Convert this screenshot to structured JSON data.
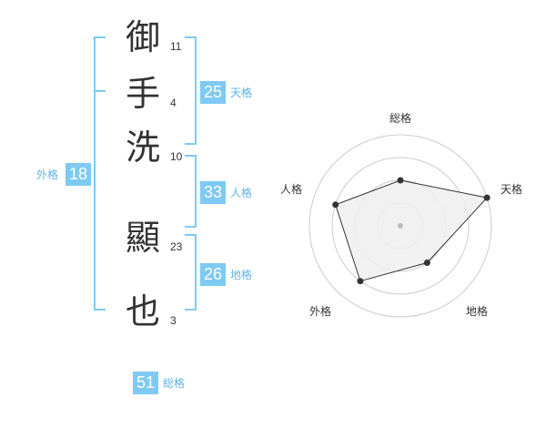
{
  "name": {
    "chars": [
      {
        "char": "御",
        "strokes": "11"
      },
      {
        "char": "手",
        "strokes": "4"
      },
      {
        "char": "洗",
        "strokes": "10"
      },
      {
        "char": "顯",
        "strokes": "23"
      },
      {
        "char": "也",
        "strokes": "3"
      }
    ]
  },
  "kaku": {
    "tenkaku": {
      "value": "25",
      "label": "天格"
    },
    "jinkaku": {
      "value": "33",
      "label": "人格"
    },
    "chikaku": {
      "value": "26",
      "label": "地格"
    },
    "gaikaku": {
      "value": "18",
      "label": "外格"
    },
    "soukaku": {
      "value": "51",
      "label": "総格"
    }
  },
  "chart_data": {
    "type": "radar",
    "axes": [
      "総格",
      "天格",
      "地格",
      "外格",
      "人格"
    ],
    "levels": 4,
    "max": 4,
    "values": [
      2,
      4,
      2,
      3,
      3
    ],
    "colors": {
      "fill": "#eeeeee",
      "line": "#333333",
      "ring": "#cccccc",
      "point": "#333333"
    }
  },
  "colors": {
    "badge": "#7fcaf2",
    "bracket": "#7fcaf2",
    "label": "#5fb3e6"
  }
}
